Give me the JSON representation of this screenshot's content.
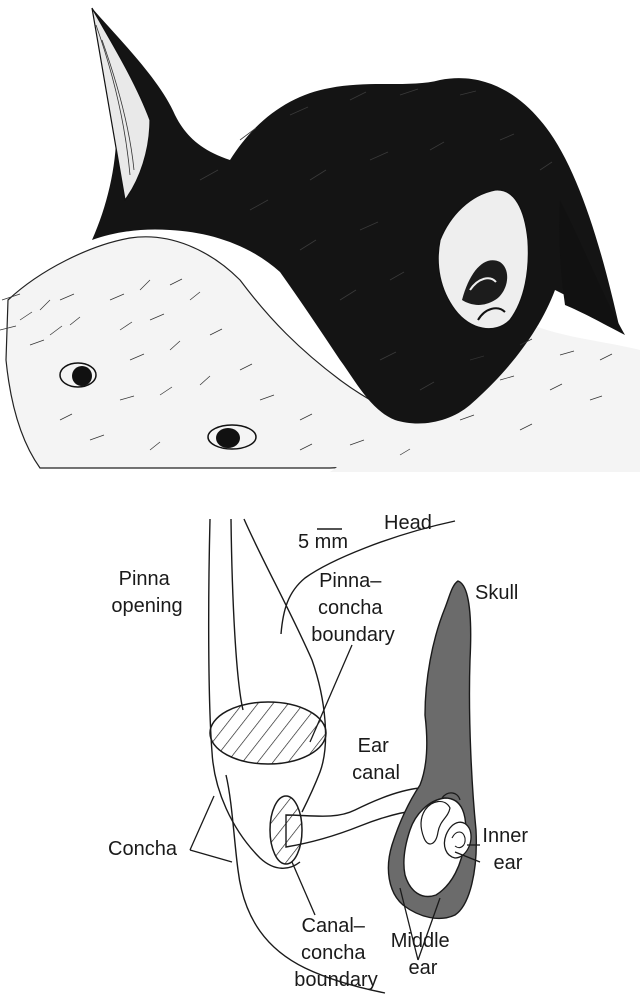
{
  "figure": {
    "colors": {
      "ink": "#111111",
      "fur_light": "#f2f2f2",
      "skull_fill": "#6b6b6b",
      "line": "#1a1a1a"
    },
    "illustration": {
      "subject": "bat-head-engraving"
    },
    "diagram": {
      "scale_bar_label": "5 mm",
      "labels": {
        "head": "Head",
        "pinna_opening": [
          "Pinna",
          "opening"
        ],
        "pinna_concha_boundary": [
          "Pinna–",
          "concha",
          "boundary"
        ],
        "skull": "Skull",
        "ear_canal": [
          "Ear",
          "canal"
        ],
        "concha": "Concha",
        "inner_ear": [
          "Inner",
          "ear"
        ],
        "canal_concha_boundary": [
          "Canal–",
          "concha",
          "boundary"
        ],
        "middle_ear": [
          "Middle",
          "ear"
        ]
      }
    }
  }
}
